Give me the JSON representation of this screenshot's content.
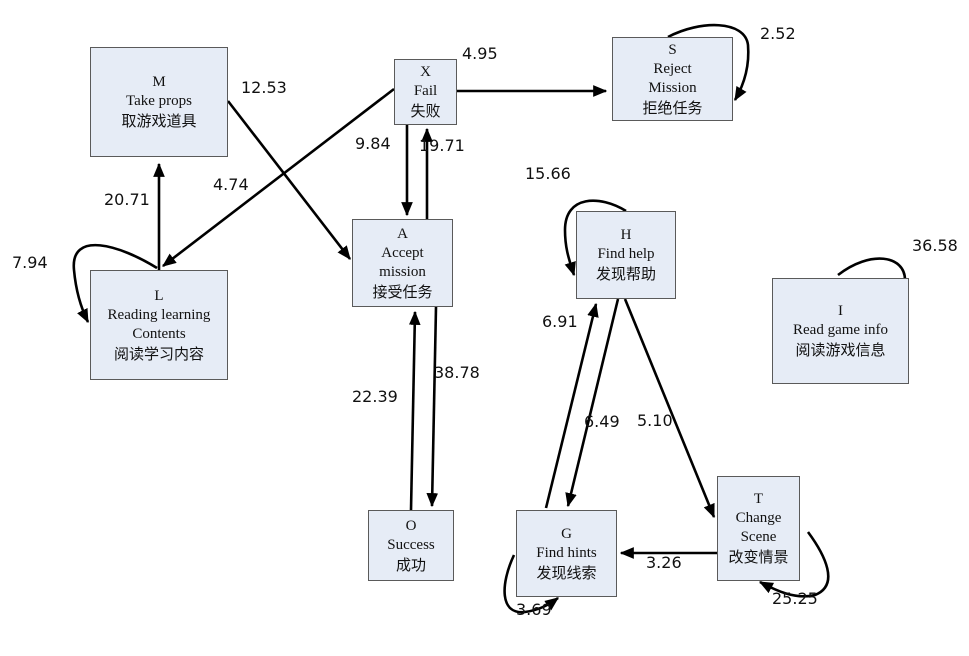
{
  "nodes": [
    {
      "key": "M",
      "id": "M",
      "en": [
        "Take props"
      ],
      "zh": "取游戏道具"
    },
    {
      "key": "L",
      "id": "L",
      "en": [
        "Reading learning",
        "Contents"
      ],
      "zh": "阅读学习内容"
    },
    {
      "key": "X",
      "id": "X",
      "en": [
        "Fail"
      ],
      "zh": "失败"
    },
    {
      "key": "A",
      "id": "A",
      "en": [
        "Accept",
        "mission"
      ],
      "zh": "接受任务"
    },
    {
      "key": "S",
      "id": "S",
      "en": [
        "Reject",
        "Mission"
      ],
      "zh": "拒绝任务"
    },
    {
      "key": "O",
      "id": "O",
      "en": [
        "Success"
      ],
      "zh": "成功"
    },
    {
      "key": "H",
      "id": "H",
      "en": [
        "Find help"
      ],
      "zh": "发现帮助"
    },
    {
      "key": "I",
      "id": "I",
      "en": [
        "Read game info"
      ],
      "zh": "阅读游戏信息"
    },
    {
      "key": "G",
      "id": "G",
      "en": [
        "Find hints"
      ],
      "zh": "发现线索"
    },
    {
      "key": "T",
      "id": "T",
      "en": [
        "Change",
        "Scene"
      ],
      "zh": "改变情景"
    }
  ],
  "edges": [
    {
      "from": "L",
      "to": "M",
      "label": "20.71"
    },
    {
      "from": "L",
      "to": "L",
      "label": "7.94"
    },
    {
      "from": "M",
      "to": "A",
      "label": "12.53"
    },
    {
      "from": "X",
      "to": "L",
      "label": "4.74"
    },
    {
      "from": "X",
      "to": "S",
      "label": "4.95"
    },
    {
      "from": "S",
      "to": "S",
      "label": "2.52"
    },
    {
      "from": "X",
      "to": "A",
      "label": "9.84"
    },
    {
      "from": "A",
      "to": "X",
      "label": "19.71"
    },
    {
      "from": "O",
      "to": "A",
      "label": "22.39"
    },
    {
      "from": "A",
      "to": "O",
      "label": "38.78"
    },
    {
      "from": "H",
      "to": "H",
      "label": "15.66"
    },
    {
      "from": "G",
      "to": "H",
      "label": "6.91"
    },
    {
      "from": "H",
      "to": "G",
      "label": "6.49"
    },
    {
      "from": "H",
      "to": "T",
      "label": "5.10"
    },
    {
      "from": "T",
      "to": "G",
      "label": "3.26"
    },
    {
      "from": "G",
      "to": "G",
      "label": "3.69"
    },
    {
      "from": "T",
      "to": "T",
      "label": "25.25"
    },
    {
      "from": "I",
      "to": "I",
      "label": "36.58"
    }
  ],
  "colors": {
    "node_fill": "#e6ecf6",
    "node_border": "#5a5a5a",
    "edge": "#000000"
  }
}
